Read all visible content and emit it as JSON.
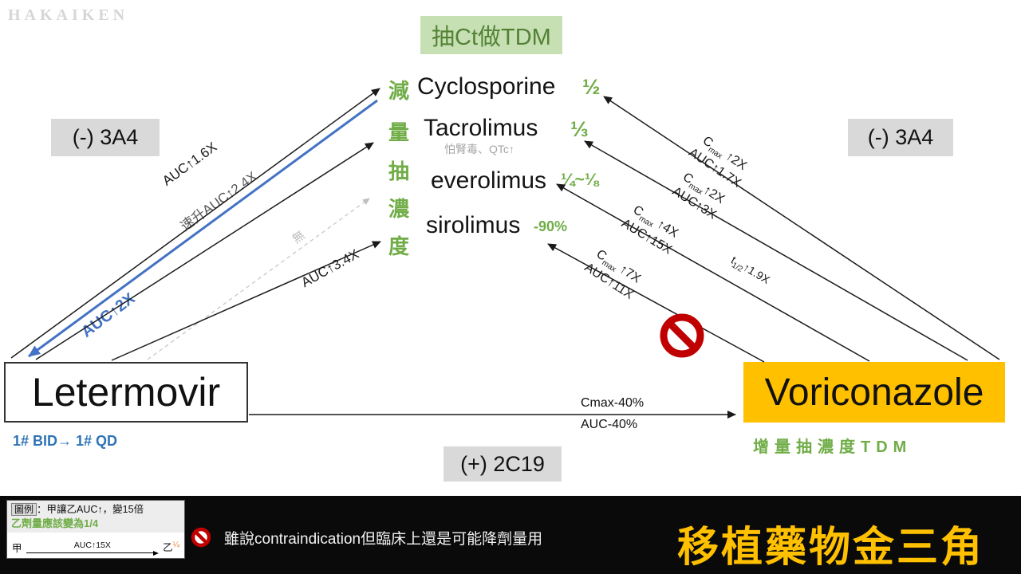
{
  "watermark": "HAKAIKEN",
  "top_note": "抽Ct做TDM",
  "enzyme_left": "(-) 3A4",
  "enzyme_right": "(-) 3A4",
  "enzyme_bottom": "(+) 2C19",
  "column": {
    "chars": {
      "c1": "減",
      "c2": "量",
      "c3": "抽",
      "c4": "濃",
      "c5": "度"
    },
    "drugs": {
      "cyclosporine": {
        "name": "Cyclosporine",
        "dose": "½"
      },
      "tacrolimus": {
        "name": "Tacrolimus",
        "dose": "⅓",
        "note": "怕腎毒、QTc↑"
      },
      "everolimus": {
        "name": "everolimus",
        "dose": "¼~⅛"
      },
      "sirolimus": {
        "name": "sirolimus",
        "dose": "-90%"
      }
    }
  },
  "letermovir": {
    "label": "Letermovir",
    "dose_change": "1# BID→ 1# QD"
  },
  "voriconazole": {
    "label": "Voriconazole",
    "note": "增量抽濃度TDM"
  },
  "left_labels": {
    "to_cyclosporine": "AUC↑1.6X",
    "to_tacrolimus": "速升AUC↑2.4X",
    "reverse_blue": "AUC↑2X",
    "to_everolimus": "無",
    "to_sirolimus": "AUC↑3.4X"
  },
  "right_labels": {
    "to_cyclosporine": {
      "cmax_pre": "C",
      "cmax_sub": "max",
      "cmax_post": " ↑2X",
      "auc": "AUC↑1.7X"
    },
    "to_tacrolimus": {
      "cmax_pre": "C",
      "cmax_sub": "max",
      "cmax_post": "↑2X",
      "auc": "AUC↑3X"
    },
    "to_everolimus": {
      "cmax_pre": "C",
      "cmax_sub": "max",
      "cmax_post": " ↑4X",
      "auc": "AUC↑15X",
      "t_pre": "t",
      "t_sub": "1/2",
      "t_post": "↑1.9X"
    },
    "to_sirolimus": {
      "cmax_pre": "C",
      "cmax_sub": "max",
      "cmax_post": " ↑7X",
      "auc": "AUC↑11X"
    }
  },
  "bottom_arrow": {
    "cmax": "Cmax-40%",
    "auc": "AUC-40%"
  },
  "footer": {
    "legend_title": "圖例",
    "legend_colon": "：",
    "legend_line1": "甲讓乙AUC↑，變15倍",
    "legend_line2": "乙劑量應該變為1/4",
    "legend_from": "甲",
    "legend_arrow_label": "AUC↑15X",
    "legend_to": "乙",
    "legend_to_frac": "¼",
    "note": "雖說contraindication但臨床上還是可能降劑量用",
    "title": "移植藥物金三角"
  },
  "colors": {
    "green": "#70ad47",
    "green_dark": "#538135",
    "light_green_bg": "#c6e0b4",
    "orange": "#ffc000",
    "blue_arrow": "#4472c4",
    "blue_text": "#2e74b5",
    "box_gray": "#d9d9d9",
    "prohibit_red": "#c00000"
  }
}
